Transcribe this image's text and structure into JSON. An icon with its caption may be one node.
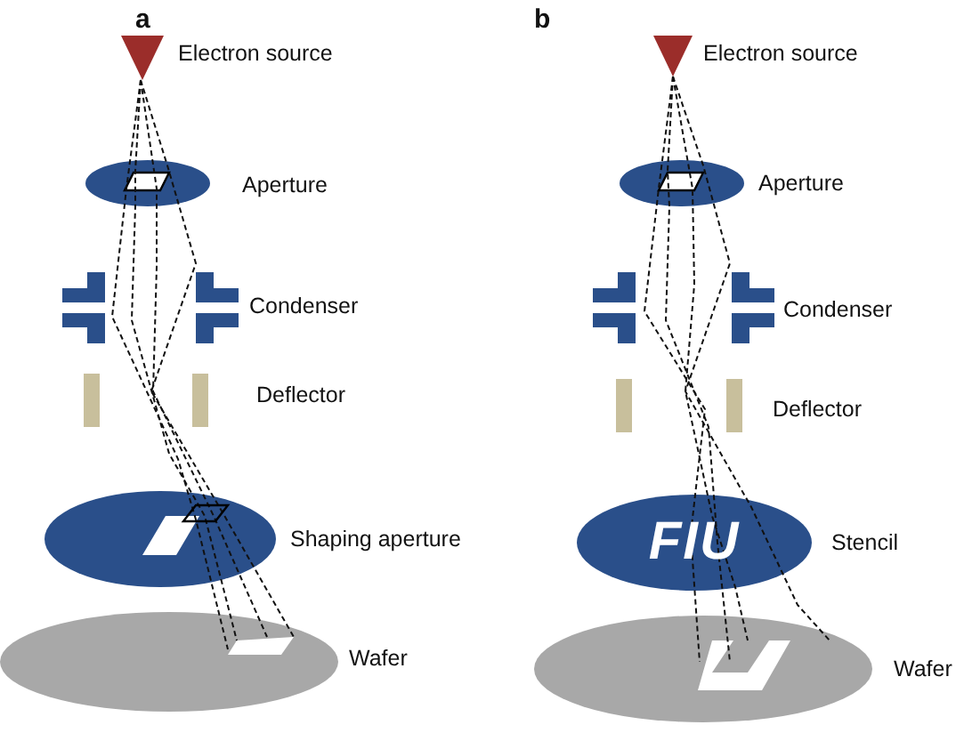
{
  "diagram": {
    "labels": [
      "a",
      "Electron source",
      "Aperture",
      "Condenser",
      "Deflector",
      "Shaping aperture",
      "Wafer",
      "b",
      "Electron source",
      "Aperture",
      "Condenser",
      "Deflector",
      "FIU",
      "Stencil",
      "Wafer"
    ]
  }
}
